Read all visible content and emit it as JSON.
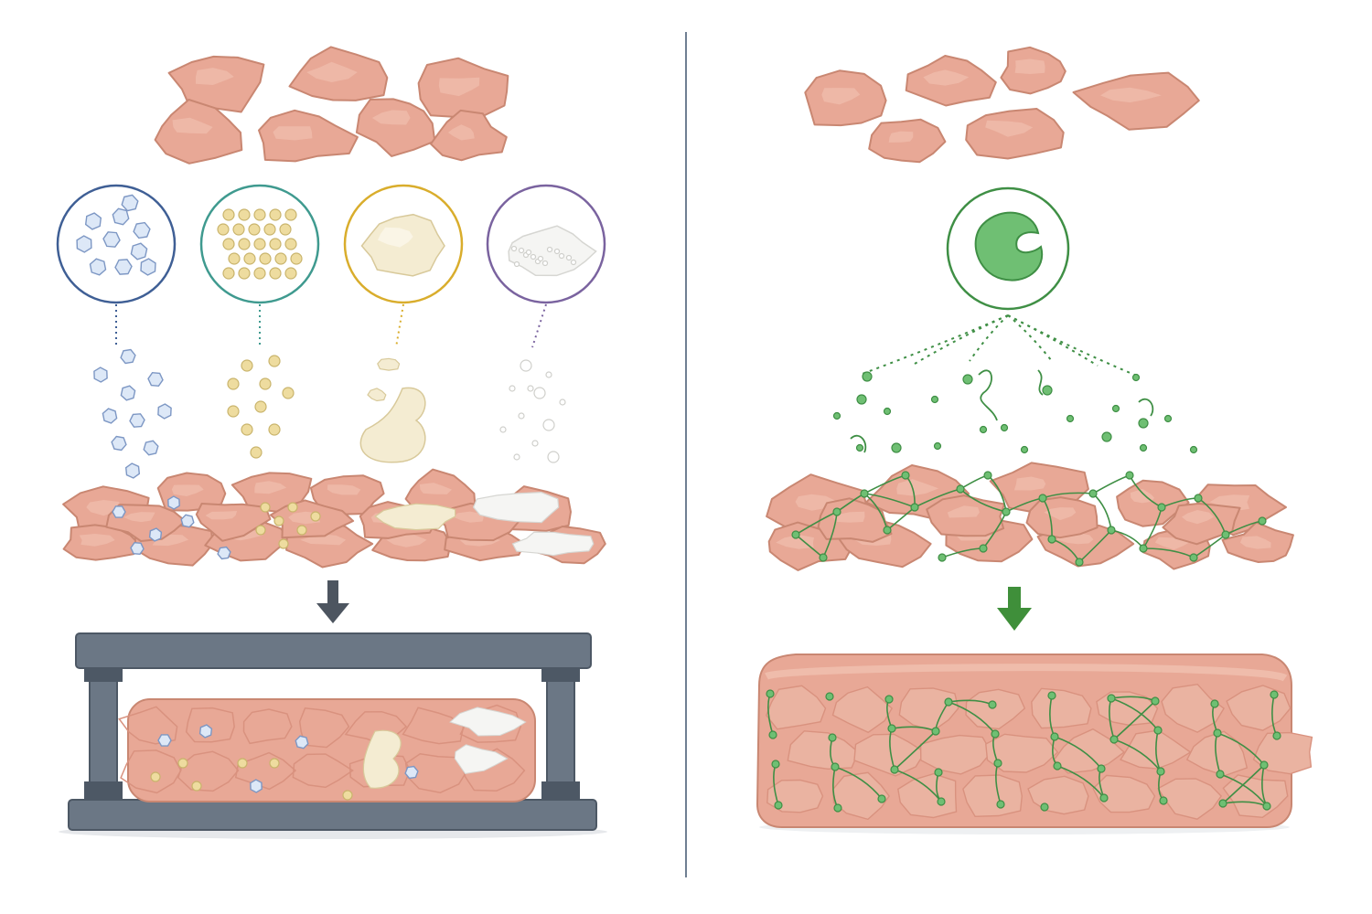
{
  "colors": {
    "background": "#ffffff",
    "divider": "#6f7f92",
    "meat_fill": "#e8a896",
    "meat_stroke": "#c98772",
    "meat_shade": "#d9927f",
    "salt": "#3f5f95",
    "salt_fill": "#dde8f7",
    "phosphate": "#3f9a8f",
    "phosphate_fill": "#eedc9f",
    "fat": "#d9ad2c",
    "fat_fill": "#f4ecd2",
    "starch": "#7a639f",
    "starch_fill": "#f5f5f3",
    "enzyme": "#3f8f45",
    "enzyme_fill": "#6fbf73",
    "press": "#6b7785",
    "press_dark": "#4d5865",
    "arrow_gray": "#4d5560",
    "arrow_green": "#3f8f3a"
  },
  "left_panel": {
    "ingredients": [
      {
        "icon": "salt-crystals-icon",
        "color_key": "salt"
      },
      {
        "icon": "phosphate-beads-icon",
        "color_key": "phosphate"
      },
      {
        "icon": "fat-paste-icon",
        "color_key": "fat"
      },
      {
        "icon": "starch-powder-icon",
        "color_key": "starch"
      }
    ],
    "process": "press-mold-icon",
    "arrow": "down-arrow-icon"
  },
  "right_panel": {
    "ingredients": [
      {
        "icon": "enzyme-icon",
        "color_key": "enzyme"
      }
    ],
    "process": "bonded-block-icon",
    "arrow": "down-arrow-icon"
  }
}
